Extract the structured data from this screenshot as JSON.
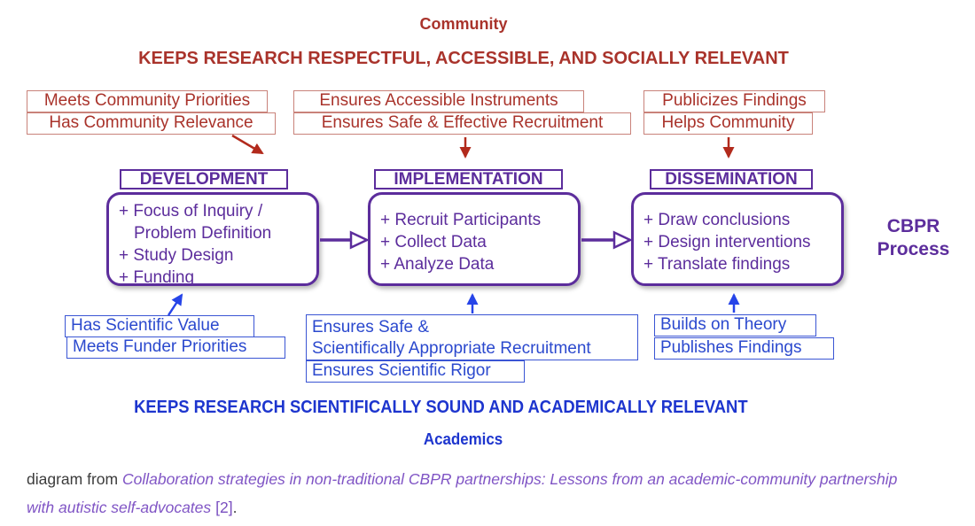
{
  "community": {
    "label": "Community",
    "headline": "KEEPS RESEARCH RESPECTFUL, ACCESSIBLE, AND SOCIALLY RELEVANT",
    "contributions": {
      "development": [
        "Meets Community Priorities",
        "Has Community Relevance"
      ],
      "implementation": [
        "Ensures Accessible Instruments",
        "Ensures Safe & Effective Recruitment"
      ],
      "dissemination": [
        "Publicizes Findings",
        "Helps Community"
      ]
    }
  },
  "process": {
    "label": {
      "line1": "CBPR",
      "line2": "Process"
    },
    "stages": [
      {
        "title": "DEVELOPMENT",
        "items": [
          "+ Focus of Inquiry /",
          "Problem Definition",
          "+ Study Design",
          "+ Funding"
        ]
      },
      {
        "title": "IMPLEMENTATION",
        "items": [
          "+ Recruit Participants",
          "+ Collect Data",
          "+ Analyze Data"
        ]
      },
      {
        "title": "DISSEMINATION",
        "items": [
          "+ Draw conclusions",
          "+ Design interventions",
          "+ Translate findings"
        ]
      }
    ]
  },
  "academics": {
    "label": "Academics",
    "headline": "KEEPS RESEARCH SCIENTIFICALLY SOUND AND ACADEMICALLY RELEVANT",
    "contributions": {
      "development": [
        "Has Scientific Value",
        "Meets Funder Priorities"
      ],
      "implementation": [
        "Ensures Safe &",
        "Scientifically Appropriate Recruitment",
        "Ensures Scientific Rigor"
      ],
      "dissemination": [
        "Builds on Theory",
        "Publishes Findings"
      ]
    }
  },
  "caption": {
    "prefix": "diagram from ",
    "link_title": "Collaboration strategies in non-traditional CBPR partnerships: Lessons from an academic-community partnership with autistic self-advocates",
    "reference": "[2]",
    "suffix": "."
  },
  "colors": {
    "community_red": "#A9332B",
    "community_box_border": "#C9827A",
    "process_purple": "#5C2D9C",
    "academic_blue": "#2B49CE",
    "academic_headline_blue": "#1D35CE",
    "arrow_red": "#B22A1C",
    "arrow_blue": "#2644E8",
    "caption_text": "#3C3C3C",
    "caption_link_purple": "#8055C5"
  }
}
